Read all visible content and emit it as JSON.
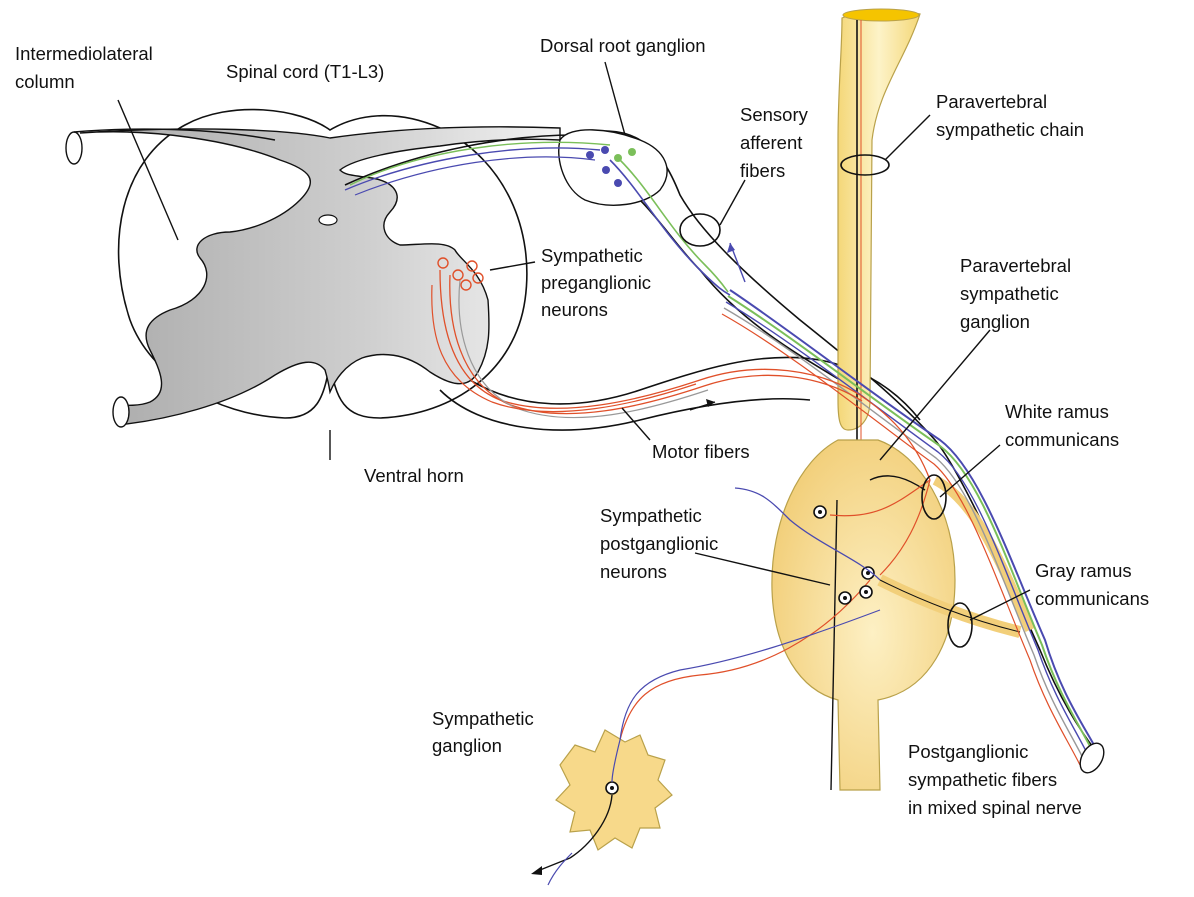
{
  "labels": {
    "intermediolateral": [
      "Intermediolateral",
      "column"
    ],
    "spinal_cord": "Spinal cord (T1-L3)",
    "dorsal_root_ganglion": "Dorsal root ganglion",
    "sensory_afferent": [
      "Sensory",
      "afferent",
      "fibers"
    ],
    "paravertebral_chain": [
      "Paravertebral",
      "sympathetic chain"
    ],
    "preganglionic": [
      "Sympathetic",
      "preganglionic",
      "neurons"
    ],
    "paravertebral_ganglion": [
      "Paravertebral",
      "sympathetic",
      "ganglion"
    ],
    "white_ramus": [
      "White ramus",
      "communicans"
    ],
    "motor_fibers": "Motor fibers",
    "ventral_horn": "Ventral horn",
    "postganglionic_neurons": [
      "Sympathetic",
      "postganglionic",
      "neurons"
    ],
    "gray_ramus": [
      "Gray ramus",
      "communicans"
    ],
    "sympathetic_ganglion": [
      "Sympathetic",
      "ganglion"
    ],
    "postganglionic_fibers": [
      "Postganglionic",
      "sympathetic fibers",
      "in mixed spinal nerve"
    ]
  },
  "colors": {
    "gray_matter": "#c8c8c8",
    "ganglion_yellow": "#f7d98a",
    "chain_yellow": "#fbeaa0",
    "motor_fiber": "#e0502a",
    "sensory_blue": "#4a4ab0",
    "sensory_green": "#7bbf5a",
    "outline": "#111111"
  }
}
